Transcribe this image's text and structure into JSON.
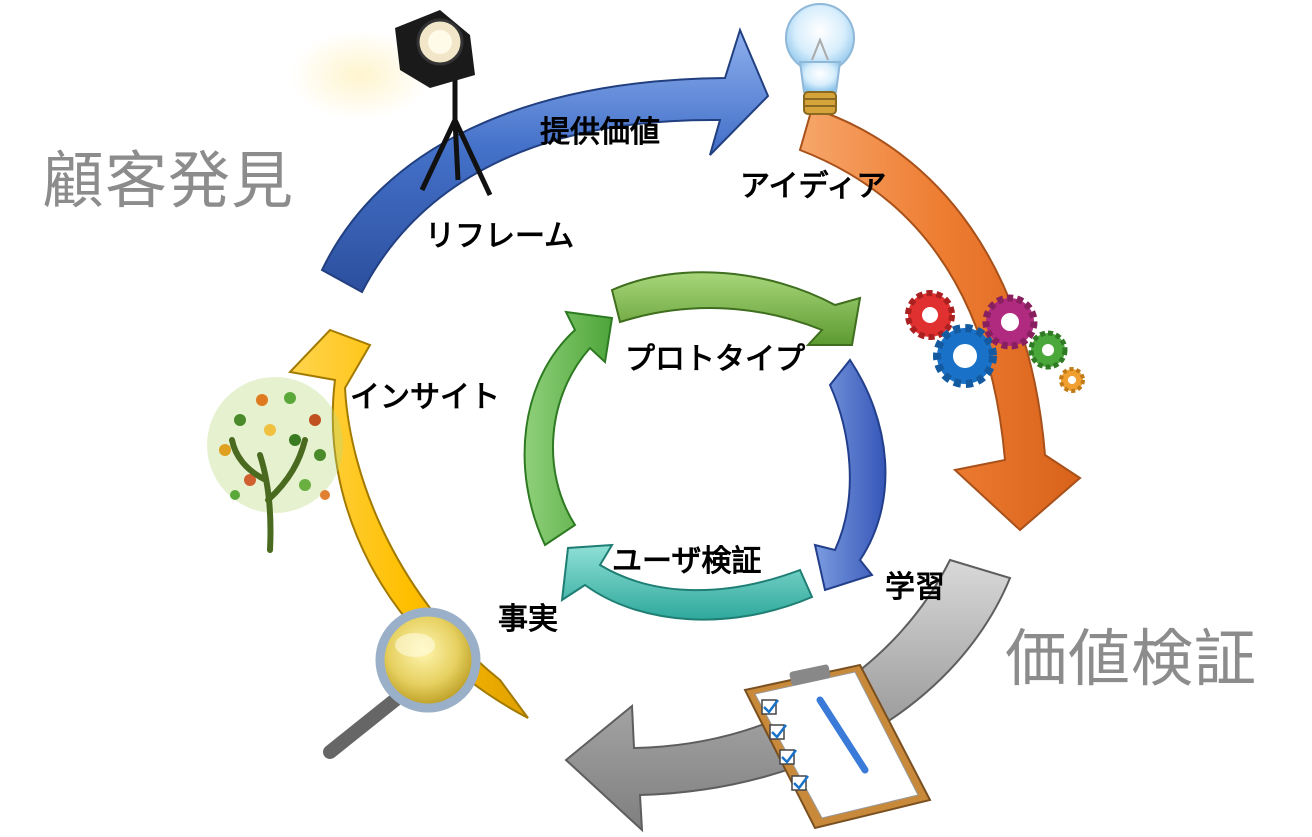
{
  "outer_cycle": {
    "phase_customer_discovery": "顧客発見",
    "phase_value_validation": "価値検証",
    "labels": {
      "reframe": "リフレーム",
      "value_offer": "提供価値",
      "idea": "アイディア",
      "learning": "学習",
      "facts": "事実",
      "insight": "インサイト"
    }
  },
  "inner_cycle": {
    "prototype": "プロトタイプ",
    "user_validation": "ユーザ検証"
  },
  "colors": {
    "blue": "#3f66c4",
    "orange": "#ee7d32",
    "gray": "#9c9c9c",
    "yellow": "#ffbf00",
    "green": "#6fae3f",
    "teal": "#3fbfb3",
    "phase_text": "#8c8c8c"
  },
  "icons": [
    "spotlight-icon",
    "lightbulb-icon",
    "gears-icon",
    "clipboard-checklist-icon",
    "magnifier-icon",
    "tree-icon"
  ]
}
